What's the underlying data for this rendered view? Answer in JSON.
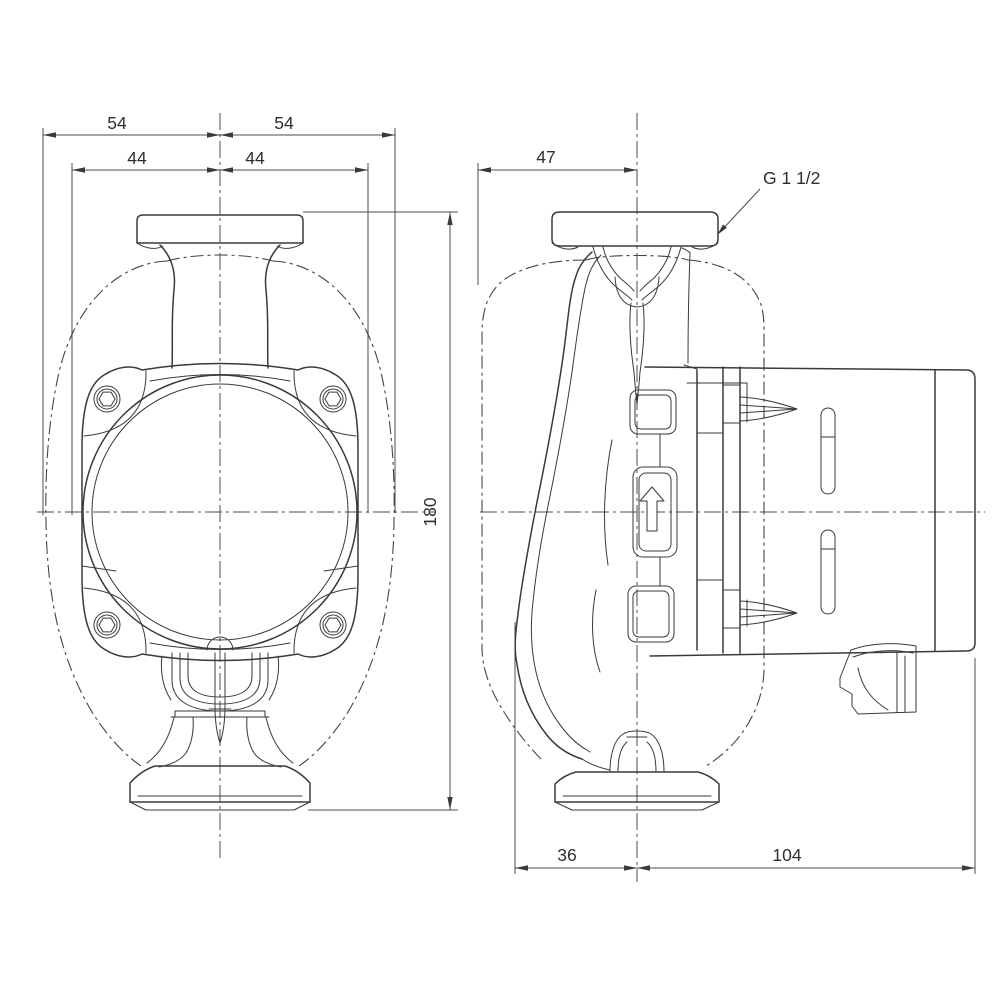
{
  "drawing": {
    "title": "Circulator pump dimensional drawing - front and side orthographic views",
    "background": "#ffffff",
    "line_color": "#3a3a3a",
    "dimension_color": "#4d4d4d",
    "dimensions": {
      "front_top_outer_left": "54",
      "front_top_outer_right": "54",
      "front_top_inner_left": "44",
      "front_top_inner_right": "44",
      "front_height": "180",
      "side_top_width": "47",
      "port_thread": "G 1 1/2",
      "side_bottom_left": "36",
      "side_bottom_right": "104"
    }
  }
}
